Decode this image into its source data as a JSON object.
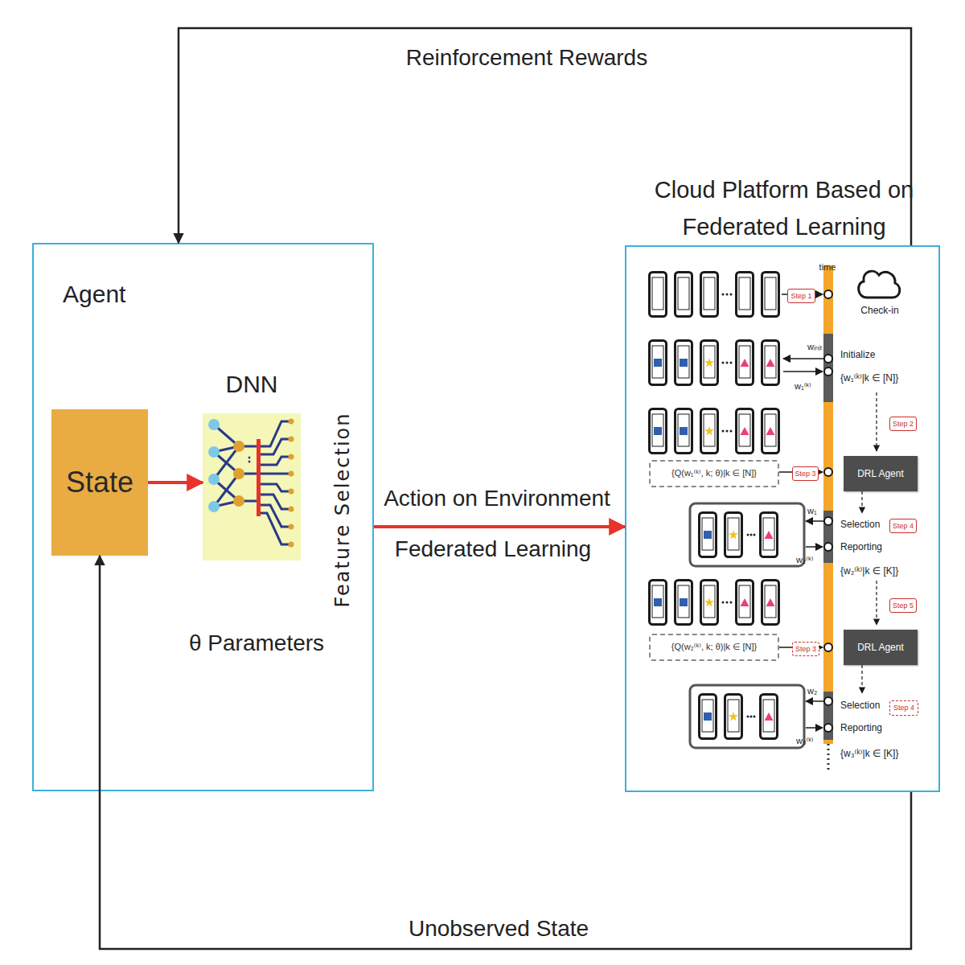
{
  "diagram": {
    "nodes": [
      {
        "text": [
          "Agent"
        ]
      },
      {
        "text": [
          "State"
        ],
        "in": 0
      },
      {
        "text": [
          "DNN"
        ],
        "in": 0
      },
      {
        "text": [
          "Cloud Platform Based on Federated Learning"
        ]
      },
      {
        "text": [
          "Step 1"
        ],
        "in": 3
      },
      {
        "text": [
          "Step 2"
        ],
        "in": 3
      },
      {
        "text": [
          "{Q(w₁⁽ᵏ⁾, k; θ)|k ∈ [N]}"
        ],
        "in": 3
      },
      {
        "text": [
          "Step 3"
        ],
        "in": 3
      },
      {
        "text": [
          "DRL Agent"
        ],
        "in": 3
      },
      {
        "text": [
          "Step 4"
        ],
        "in": 3
      },
      {
        "text": [
          "Step 5"
        ],
        "in": 3
      },
      {
        "text": [
          "{Q(w₂⁽ᵏ⁾, k; θ)|k ∈ [N]}"
        ],
        "in": 3
      },
      {
        "text": [
          "Step 3"
        ],
        "in": 3
      },
      {
        "text": [
          "DRL Agent"
        ],
        "in": 3
      },
      {
        "text": [
          "Step 4"
        ],
        "in": 3
      }
    ],
    "edges": [
      {
        "from": 1,
        "to": 2,
        "arrow": "to"
      },
      {
        "from": 0,
        "to": 3,
        "label": "Action on Environment",
        "arrow": "to"
      },
      {
        "from": 3,
        "to": 0,
        "label": "Reinforcement Rewards",
        "arrow": "to"
      },
      {
        "from": 3,
        "to": 1,
        "label": "Unobserved State",
        "arrow": "to"
      }
    ],
    "labels": [
      "θ Parameters",
      "Feature Selection",
      "Federated Learning",
      "time",
      "Check-in",
      "wᵢₙᵢₜ",
      "Initialize",
      "{w₁⁽ᵏ⁾|k ∈ [N]}",
      "w₁⁽ᵏ⁾",
      "w₁",
      "Selection",
      "Reporting",
      "w₂⁽ᵏ⁾",
      "{w₂⁽ᵏ⁾|k ∈ [K]}",
      "w₂",
      "Selection",
      "Reporting",
      "w₃⁽ᵏ⁾",
      "{w₃⁽ᵏ⁾|k ∈ [K]}"
    ]
  }
}
